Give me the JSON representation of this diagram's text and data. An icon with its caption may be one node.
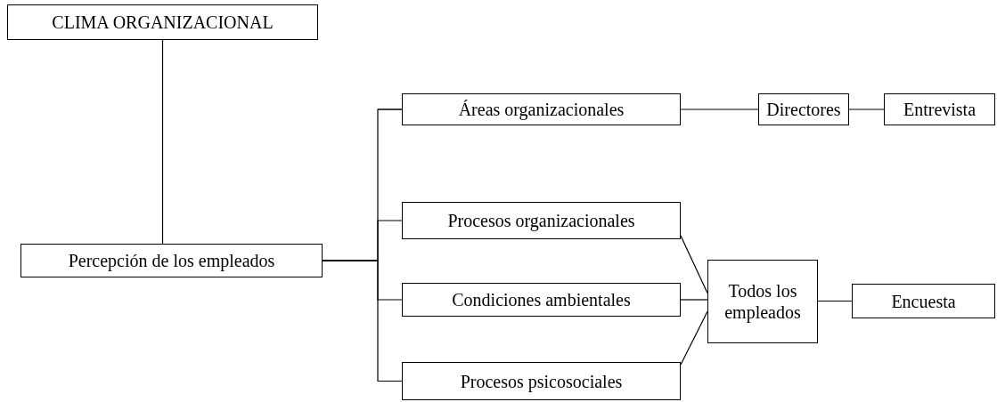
{
  "diagram": {
    "nodes": [
      {
        "text": [
          "CLIMA ORGANIZACIONAL"
        ]
      },
      {
        "text": [
          "Percepción de los empleados"
        ]
      },
      {
        "text": [
          "Áreas organizacionales"
        ]
      },
      {
        "text": [
          "Directores"
        ]
      },
      {
        "text": [
          "Entrevista"
        ]
      },
      {
        "text": [
          "Procesos organizacionales"
        ]
      },
      {
        "text": [
          "Condiciones ambientales"
        ]
      },
      {
        "text": [
          "Procesos psicosociales"
        ]
      },
      {
        "text": [
          "Todos los empleados"
        ]
      },
      {
        "text": [
          "Encuesta"
        ]
      }
    ],
    "edges": [
      {
        "from": 0,
        "to": 1,
        "arrow": "none"
      },
      {
        "from": 1,
        "to": 2,
        "arrow": "none"
      },
      {
        "from": 1,
        "to": 5,
        "arrow": "none"
      },
      {
        "from": 1,
        "to": 6,
        "arrow": "none"
      },
      {
        "from": 1,
        "to": 7,
        "arrow": "none"
      },
      {
        "from": 2,
        "to": 3,
        "arrow": "none"
      },
      {
        "from": 3,
        "to": 4,
        "arrow": "none"
      },
      {
        "from": 5,
        "to": 8,
        "arrow": "none"
      },
      {
        "from": 6,
        "to": 8,
        "arrow": "none"
      },
      {
        "from": 7,
        "to": 8,
        "arrow": "none"
      },
      {
        "from": 8,
        "to": 9,
        "arrow": "none"
      }
    ]
  }
}
